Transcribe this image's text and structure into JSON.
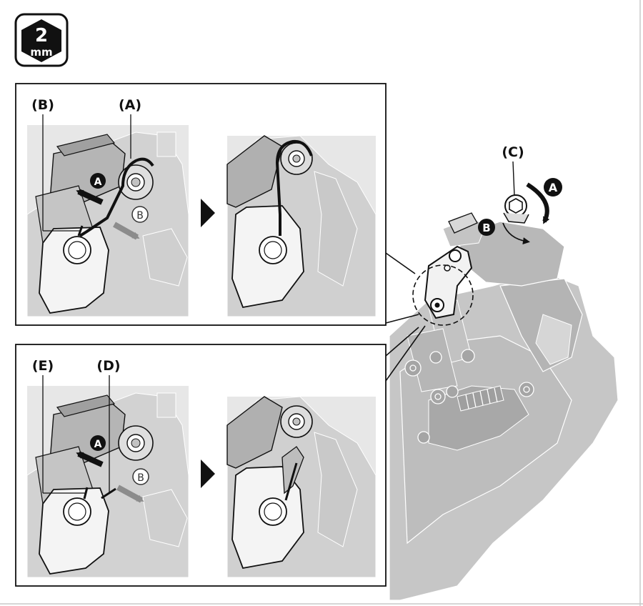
{
  "tool_badge": {
    "size": "2",
    "unit": "mm",
    "icon": "hex-key-icon"
  },
  "arrow_markers": {
    "a": "A",
    "b": "B"
  },
  "panel_top": {
    "label_left": "(B)",
    "label_right": "(A)"
  },
  "panel_bottom": {
    "label_left": "(E)",
    "label_right": "(D)"
  },
  "main_view": {
    "label_bolt": "(C)"
  },
  "colors": {
    "part_fill": "#c9c9c9",
    "part_dark": "#8f8f8f",
    "outline": "#1a1a1a",
    "frame_line": "#bdbdbd",
    "panel_bg": "#e3e3e3"
  }
}
